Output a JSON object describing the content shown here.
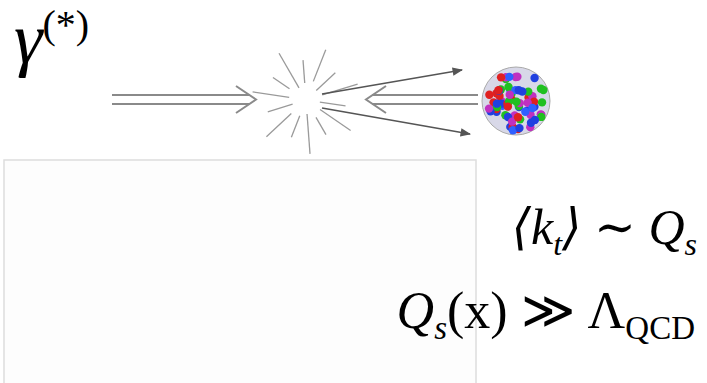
{
  "diagram": {
    "labels": [
      "γ",
      "(*)",
      "⟨k",
      "t",
      "⟩ ∼ Q",
      "s",
      "Q",
      "s",
      "(x) ≫ Λ",
      "QCD"
    ]
  }
}
